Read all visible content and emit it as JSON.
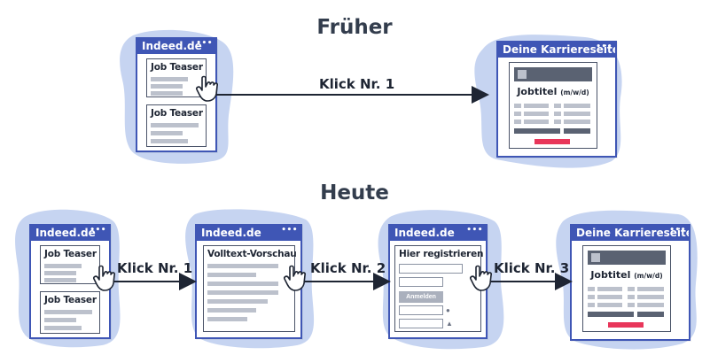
{
  "sections": {
    "before_title": "Früher",
    "after_title": "Heute"
  },
  "colors": {
    "window_bar": "#3f56b5",
    "blob": "#c6d4f1",
    "highlight_red": "#e8365a",
    "bar_gray": "#bcc1cc",
    "dark_gray": "#5a6272"
  },
  "before": {
    "indeed_window": {
      "title": "Indeed.de",
      "cards": [
        "Job Teaser",
        "Job Teaser"
      ]
    },
    "arrow_label": "Klick Nr. 1",
    "career_window": {
      "title": "Deine Karriereseite",
      "job_title": "Jobtitel",
      "job_title_suffix": "(m/w/d)"
    }
  },
  "after": {
    "indeed_window": {
      "title": "Indeed.de",
      "cards": [
        "Job Teaser",
        "Job Teaser"
      ]
    },
    "preview_window": {
      "title": "Indeed.de",
      "card_title": "Volltext-Vorschau"
    },
    "register_window": {
      "title": "Indeed.de",
      "card_title": "Hier registrieren",
      "button_label": "Anmelden",
      "icons": [
        "apple-icon",
        "thumbs-up-icon"
      ]
    },
    "career_window": {
      "title": "Deine Karriereseite",
      "job_title": "Jobtitel",
      "job_title_suffix": "(m/w/d)"
    },
    "arrow_labels": [
      "Klick Nr. 1",
      "Klick Nr. 2",
      "Klick Nr. 3"
    ]
  }
}
